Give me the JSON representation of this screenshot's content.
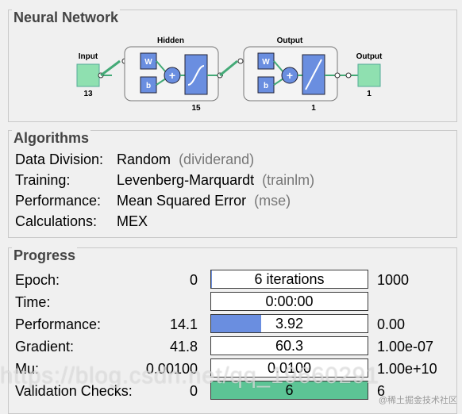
{
  "neural_network": {
    "title": "Neural Network",
    "input": {
      "label": "Input",
      "size": "13"
    },
    "hidden": {
      "label": "Hidden",
      "size": "15",
      "weight": "W",
      "bias": "b"
    },
    "output_layer": {
      "label": "Output",
      "size": "1",
      "weight": "W",
      "bias": "b"
    },
    "output": {
      "label": "Output",
      "size": "1"
    }
  },
  "algorithms": {
    "title": "Algorithms",
    "rows": [
      {
        "label": "Data Division:",
        "value": "Random",
        "fn": "(dividerand)"
      },
      {
        "label": "Training:",
        "value": "Levenberg-Marquardt",
        "fn": "(trainlm)"
      },
      {
        "label": "Performance:",
        "value": "Mean Squared Error",
        "fn": "(mse)"
      },
      {
        "label": "Calculations:",
        "value": "MEX",
        "fn": ""
      }
    ]
  },
  "progress": {
    "title": "Progress",
    "rows": [
      {
        "label": "Epoch:",
        "start": "0",
        "current": "6 iterations",
        "end": "1000",
        "fill": 0.006,
        "color": "#6a8ee0"
      },
      {
        "label": "Time:",
        "start": "",
        "current": "0:00:00",
        "end": "",
        "fill": 0,
        "color": "#6a8ee0"
      },
      {
        "label": "Performance:",
        "start": "14.1",
        "current": "3.92",
        "end": "0.00",
        "fill": 0.32,
        "color": "#6a8ee0"
      },
      {
        "label": "Gradient:",
        "start": "41.8",
        "current": "60.3",
        "end": "1.00e-07",
        "fill": 0,
        "color": "#6a8ee0"
      },
      {
        "label": "Mu:",
        "start": "0.00100",
        "current": "0.0100",
        "end": "1.00e+10",
        "fill": 0,
        "color": "#6a8ee0"
      },
      {
        "label": "Validation Checks:",
        "start": "0",
        "current": "6",
        "end": "6",
        "fill": 1.0,
        "color": "#5cc495"
      }
    ]
  },
  "watermark": "https://blog.csdn.net/qq_19660291",
  "credit": "@稀土掘金技术社区"
}
